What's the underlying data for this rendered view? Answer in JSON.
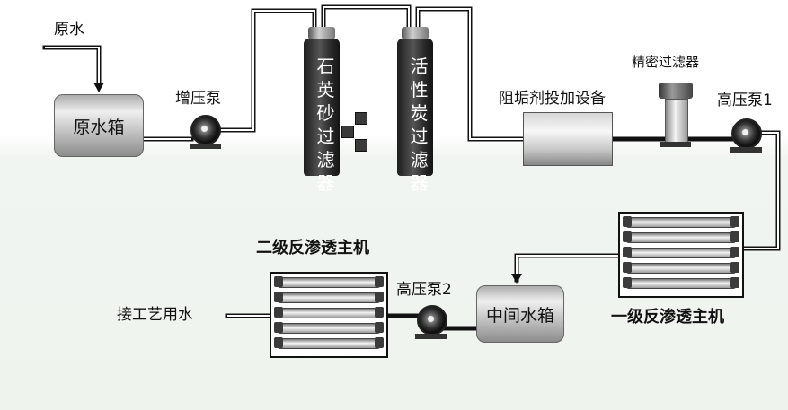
{
  "labels": {
    "raw_water": "原水",
    "raw_tank": "原水箱",
    "booster_pump": "增压泵",
    "quartz_filter": "石英砂过滤器",
    "carbon_filter": "活性炭过滤器",
    "antiscalant": "阻垢剂投加设备",
    "precision_filter": "精密过滤器",
    "hp_pump_1": "高压泵1",
    "ro_stage_1": "一级反渗透主机",
    "mid_tank": "中间水箱",
    "hp_pump_2": "高压泵2",
    "ro_stage_2": "二级反渗透主机",
    "process_water": "接工艺用水"
  }
}
